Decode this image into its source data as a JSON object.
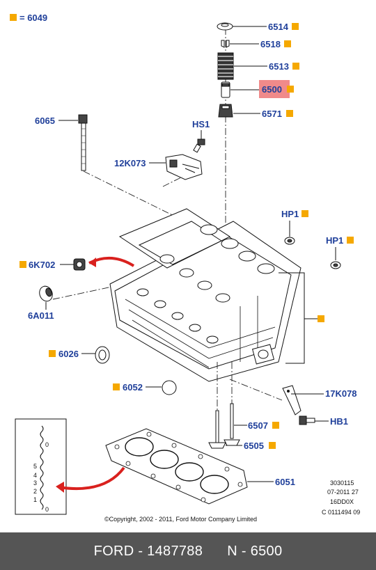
{
  "legend": {
    "label": "= 6049",
    "color": "#f5a800"
  },
  "highlight_color": "#f08a8a",
  "labels": {
    "p6514": "6514",
    "p6518": "6518",
    "p6513": "6513",
    "p6500": "6500",
    "p6571": "6571",
    "p6065": "6065",
    "hs1": "HS1",
    "p12k073": "12K073",
    "hp1a": "HP1",
    "hp1b": "HP1",
    "p6k702": "6K702",
    "p6a011": "6A011",
    "p6026": "6026",
    "p6052": "6052",
    "p17k078": "17K078",
    "hb1": "HB1",
    "p6507": "6507",
    "p6505": "6505",
    "p6051": "6051"
  },
  "inset_scale": [
    "0",
    "5",
    "4",
    "3",
    "2",
    "1",
    "0"
  ],
  "ref_codes": [
    "3030115",
    "07-2011 27",
    "16DD0X",
    "C 0111494 09"
  ],
  "copyright": "©Copyright, 2002 - 2011, Ford Motor Company Limited",
  "footer": {
    "brand": "FORD",
    "part_number": "1487788",
    "note": "N - 6500"
  }
}
